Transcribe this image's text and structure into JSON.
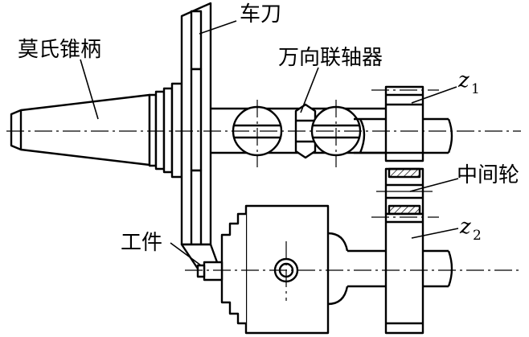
{
  "labels": {
    "morse_taper_shank": "莫氏锥柄",
    "turning_tool": "车刀",
    "universal_joint": "万向联轴器",
    "workpiece": "工件",
    "idler_gear": "中间轮",
    "z1_symbol": "z",
    "z1_subscript": "1",
    "z2_symbol": "z",
    "z2_subscript": "2"
  }
}
